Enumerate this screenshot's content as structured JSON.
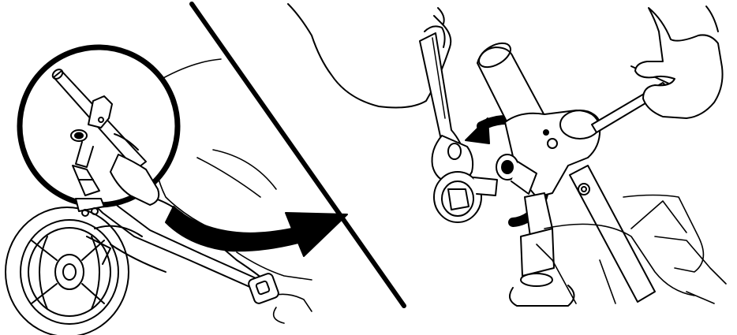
{
  "figure": {
    "panels": [
      "overview",
      "detail"
    ],
    "callout": "magnify-circle",
    "arrows": [
      "curved-transition-arrow",
      "rotation-arrow"
    ],
    "tools": [
      "ratchet-wrench",
      "allen-key"
    ],
    "colors": {
      "ink": "#000000",
      "paper": "#ffffff",
      "shade": "#d9d9d9"
    }
  }
}
